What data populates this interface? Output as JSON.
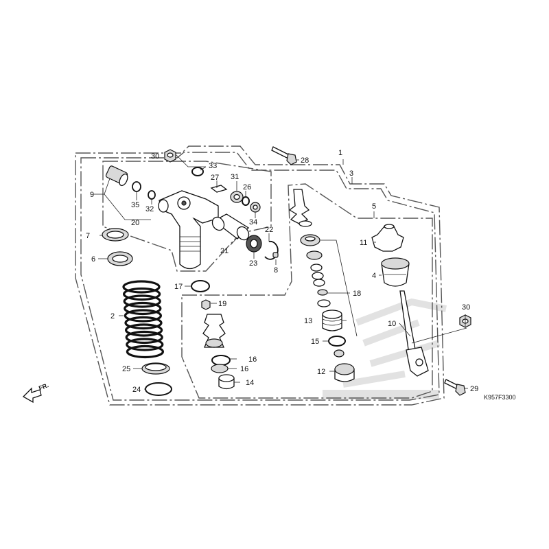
{
  "diagram": {
    "code": "K957F3300",
    "direction_label": "FR.",
    "callouts": [
      "1",
      "2",
      "3",
      "4",
      "5",
      "6",
      "7",
      "8",
      "9",
      "10",
      "11",
      "12",
      "13",
      "14",
      "15",
      "16",
      "16",
      "17",
      "18",
      "19",
      "20",
      "21",
      "22",
      "23",
      "24",
      "25",
      "26",
      "27",
      "28",
      "29",
      "30",
      "30",
      "31",
      "32",
      "33",
      "34",
      "35"
    ]
  }
}
